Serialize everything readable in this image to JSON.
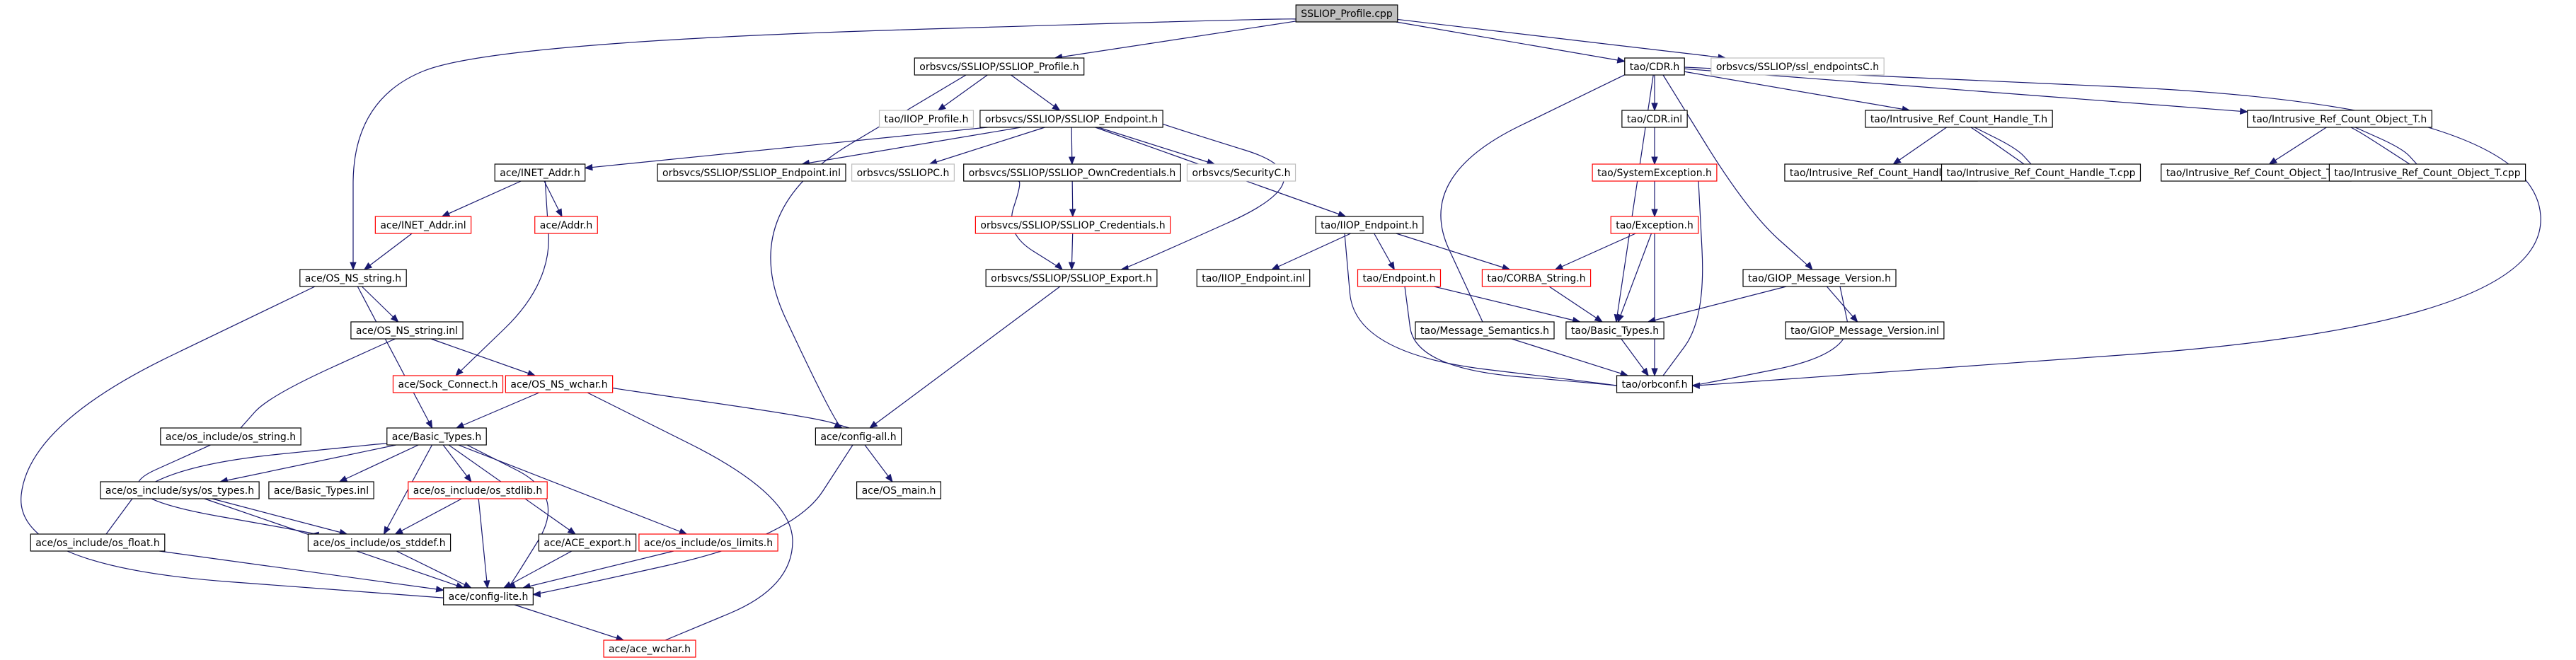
{
  "graph": {
    "colors": {
      "root_fill": "#bfbfbf",
      "normal_border": "#000000",
      "red_border": "#ff0000",
      "gray_border": "#bfbfbf",
      "edge": "#191970",
      "background": "#ffffff"
    },
    "nodes": [
      {
        "id": "root",
        "label": "SSLIOP_Profile.cpp",
        "style": "root"
      },
      {
        "id": "ssliop_profile_h",
        "label": "orbsvcs/SSLIOP/SSLIOP_Profile.h",
        "style": "normal"
      },
      {
        "id": "cdr_h",
        "label": "tao/CDR.h",
        "style": "normal"
      },
      {
        "id": "ssl_endpointsc_h",
        "label": "orbsvcs/SSLIOP/ssl_endpointsC.h",
        "style": "gray"
      },
      {
        "id": "iiop_profile_h",
        "label": "tao/IIOP_Profile.h",
        "style": "gray"
      },
      {
        "id": "ssliop_endpoint_h",
        "label": "orbsvcs/SSLIOP/SSLIOP_Endpoint.h",
        "style": "normal"
      },
      {
        "id": "inet_addr_h",
        "label": "ace/INET_Addr.h",
        "style": "normal"
      },
      {
        "id": "ssliop_endpoint_inl",
        "label": "orbsvcs/SSLIOP/SSLIOP_Endpoint.inl",
        "style": "normal"
      },
      {
        "id": "ssliopc_h",
        "label": "orbsvcs/SSLIOPC.h",
        "style": "gray"
      },
      {
        "id": "owncredentials_h",
        "label": "orbsvcs/SSLIOP/SSLIOP_OwnCredentials.h",
        "style": "normal"
      },
      {
        "id": "securityc_h",
        "label": "orbsvcs/SecurityC.h",
        "style": "gray"
      },
      {
        "id": "iiop_endpoint_h",
        "label": "tao/IIOP_Endpoint.h",
        "style": "normal"
      },
      {
        "id": "inet_addr_inl",
        "label": "ace/INET_Addr.inl",
        "style": "red"
      },
      {
        "id": "addr_h",
        "label": "ace/Addr.h",
        "style": "red"
      },
      {
        "id": "credentials_h",
        "label": "orbsvcs/SSLIOP/SSLIOP_Credentials.h",
        "style": "red"
      },
      {
        "id": "os_ns_string_h",
        "label": "ace/OS_NS_string.h",
        "style": "normal"
      },
      {
        "id": "ssliop_export_h",
        "label": "orbsvcs/SSLIOP/SSLIOP_Export.h",
        "style": "normal"
      },
      {
        "id": "iiop_endpoint_inl",
        "label": "tao/IIOP_Endpoint.inl",
        "style": "normal"
      },
      {
        "id": "endpoint_h",
        "label": "tao/Endpoint.h",
        "style": "red"
      },
      {
        "id": "corba_string_h",
        "label": "tao/CORBA_String.h",
        "style": "red"
      },
      {
        "id": "cdr_inl",
        "label": "tao/CDR.inl",
        "style": "normal"
      },
      {
        "id": "systemexception_h",
        "label": "tao/SystemException.h",
        "style": "red"
      },
      {
        "id": "exception_h",
        "label": "tao/Exception.h",
        "style": "red"
      },
      {
        "id": "irc_handle_h",
        "label": "tao/Intrusive_Ref_Count_Handle_T.h",
        "style": "normal"
      },
      {
        "id": "irc_handle_inl",
        "label": "tao/Intrusive_Ref_Count_Handle_T.inl",
        "style": "normal"
      },
      {
        "id": "irc_handle_cpp",
        "label": "tao/Intrusive_Ref_Count_Handle_T.cpp",
        "style": "normal"
      },
      {
        "id": "irc_object_h",
        "label": "tao/Intrusive_Ref_Count_Object_T.h",
        "style": "normal"
      },
      {
        "id": "irc_object_inl",
        "label": "tao/Intrusive_Ref_Count_Object_T.inl",
        "style": "normal"
      },
      {
        "id": "irc_object_cpp",
        "label": "tao/Intrusive_Ref_Count_Object_T.cpp",
        "style": "normal"
      },
      {
        "id": "giop_version_h",
        "label": "tao/GIOP_Message_Version.h",
        "style": "normal"
      },
      {
        "id": "giop_version_inl",
        "label": "tao/GIOP_Message_Version.inl",
        "style": "normal"
      },
      {
        "id": "message_semantics_h",
        "label": "tao/Message_Semantics.h",
        "style": "normal"
      },
      {
        "id": "basic_types_h_tao",
        "label": "tao/Basic_Types.h",
        "style": "normal"
      },
      {
        "id": "orbconf_h",
        "label": "tao/orbconf.h",
        "style": "normal"
      },
      {
        "id": "os_ns_string_inl",
        "label": "ace/OS_NS_string.inl",
        "style": "normal"
      },
      {
        "id": "sock_connect_h",
        "label": "ace/Sock_Connect.h",
        "style": "red"
      },
      {
        "id": "os_ns_wchar_h",
        "label": "ace/OS_NS_wchar.h",
        "style": "red"
      },
      {
        "id": "os_string_h",
        "label": "ace/os_include/os_string.h",
        "style": "normal"
      },
      {
        "id": "basic_types_h_ace",
        "label": "ace/Basic_Types.h",
        "style": "normal"
      },
      {
        "id": "config_all_h",
        "label": "ace/config-all.h",
        "style": "normal"
      },
      {
        "id": "os_main_h",
        "label": "ace/OS_main.h",
        "style": "normal"
      },
      {
        "id": "sys_types_h",
        "label": "ace/os_include/sys/os_types.h",
        "style": "normal"
      },
      {
        "id": "basic_types_inl",
        "label": "ace/Basic_Types.inl",
        "style": "normal"
      },
      {
        "id": "os_stdlib_h",
        "label": "ace/os_include/os_stdlib.h",
        "style": "red"
      },
      {
        "id": "os_float_h",
        "label": "ace/os_include/os_float.h",
        "style": "normal"
      },
      {
        "id": "os_stddef_h",
        "label": "ace/os_include/os_stddef.h",
        "style": "normal"
      },
      {
        "id": "ace_export_h",
        "label": "ace/ACE_export.h",
        "style": "normal"
      },
      {
        "id": "os_limits_h",
        "label": "ace/os_include/os_limits.h",
        "style": "red"
      },
      {
        "id": "config_lite_h",
        "label": "ace/config-lite.h",
        "style": "normal"
      },
      {
        "id": "ace_wchar_h",
        "label": "ace/ace_wchar.h",
        "style": "red"
      }
    ],
    "edges": [
      [
        "root",
        "ssliop_profile_h"
      ],
      [
        "root",
        "cdr_h"
      ],
      [
        "root",
        "ssl_endpointsc_h"
      ],
      [
        "root",
        "os_ns_string_h"
      ],
      [
        "ssliop_profile_h",
        "iiop_profile_h"
      ],
      [
        "ssliop_profile_h",
        "ssliop_endpoint_h"
      ],
      [
        "ssliop_profile_h",
        "config_all_h"
      ],
      [
        "ssliop_endpoint_h",
        "inet_addr_h"
      ],
      [
        "ssliop_endpoint_h",
        "ssliop_endpoint_inl"
      ],
      [
        "ssliop_endpoint_h",
        "ssliopc_h"
      ],
      [
        "ssliop_endpoint_h",
        "owncredentials_h"
      ],
      [
        "ssliop_endpoint_h",
        "securityc_h"
      ],
      [
        "ssliop_endpoint_h",
        "iiop_endpoint_h"
      ],
      [
        "ssliop_endpoint_h",
        "ssliop_export_h"
      ],
      [
        "inet_addr_h",
        "inet_addr_inl"
      ],
      [
        "inet_addr_h",
        "addr_h"
      ],
      [
        "inet_addr_h",
        "sock_connect_h"
      ],
      [
        "inet_addr_inl",
        "os_ns_string_h"
      ],
      [
        "owncredentials_h",
        "credentials_h"
      ],
      [
        "owncredentials_h",
        "ssliop_export_h"
      ],
      [
        "credentials_h",
        "ssliop_export_h"
      ],
      [
        "ssliop_export_h",
        "config_all_h"
      ],
      [
        "iiop_endpoint_h",
        "iiop_endpoint_inl"
      ],
      [
        "iiop_endpoint_h",
        "endpoint_h"
      ],
      [
        "iiop_endpoint_h",
        "corba_string_h"
      ],
      [
        "iiop_endpoint_h",
        "orbconf_h"
      ],
      [
        "endpoint_h",
        "basic_types_h_tao"
      ],
      [
        "endpoint_h",
        "orbconf_h"
      ],
      [
        "corba_string_h",
        "basic_types_h_tao"
      ],
      [
        "cdr_h",
        "cdr_inl"
      ],
      [
        "cdr_h",
        "irc_handle_h"
      ],
      [
        "cdr_h",
        "irc_object_h"
      ],
      [
        "cdr_h",
        "giop_version_h"
      ],
      [
        "cdr_h",
        "message_semantics_h"
      ],
      [
        "cdr_h",
        "basic_types_h_tao"
      ],
      [
        "cdr_h",
        "orbconf_h"
      ],
      [
        "cdr_inl",
        "systemexception_h"
      ],
      [
        "systemexception_h",
        "exception_h"
      ],
      [
        "systemexception_h",
        "orbconf_h"
      ],
      [
        "exception_h",
        "corba_string_h"
      ],
      [
        "exception_h",
        "basic_types_h_tao"
      ],
      [
        "exception_h",
        "orbconf_h"
      ],
      [
        "irc_handle_h",
        "irc_handle_inl"
      ],
      [
        "irc_handle_h",
        "irc_handle_cpp"
      ],
      [
        "irc_handle_cpp",
        "irc_handle_h"
      ],
      [
        "irc_object_h",
        "irc_object_inl"
      ],
      [
        "irc_object_h",
        "irc_object_cpp"
      ],
      [
        "irc_object_cpp",
        "irc_object_h"
      ],
      [
        "giop_version_h",
        "giop_version_inl"
      ],
      [
        "giop_version_h",
        "basic_types_h_tao"
      ],
      [
        "giop_version_h",
        "orbconf_h"
      ],
      [
        "message_semantics_h",
        "orbconf_h"
      ],
      [
        "basic_types_h_tao",
        "orbconf_h"
      ],
      [
        "os_ns_string_h",
        "os_ns_string_inl"
      ],
      [
        "os_ns_string_h",
        "basic_types_h_ace"
      ],
      [
        "os_ns_string_h",
        "config_lite_h"
      ],
      [
        "os_ns_string_inl",
        "os_ns_wchar_h"
      ],
      [
        "os_ns_string_inl",
        "os_string_h"
      ],
      [
        "os_ns_wchar_h",
        "basic_types_h_ace"
      ],
      [
        "os_ns_wchar_h",
        "config_all_h"
      ],
      [
        "os_ns_wchar_h",
        "ace_wchar_h"
      ],
      [
        "os_string_h",
        "os_stddef_h"
      ],
      [
        "basic_types_h_ace",
        "sys_types_h"
      ],
      [
        "basic_types_h_ace",
        "basic_types_inl"
      ],
      [
        "basic_types_h_ace",
        "os_stdlib_h"
      ],
      [
        "basic_types_h_ace",
        "os_float_h"
      ],
      [
        "basic_types_h_ace",
        "os_stddef_h"
      ],
      [
        "basic_types_h_ace",
        "ace_export_h"
      ],
      [
        "basic_types_h_ace",
        "os_limits_h"
      ],
      [
        "basic_types_h_ace",
        "config_lite_h"
      ],
      [
        "config_all_h",
        "os_main_h"
      ],
      [
        "config_all_h",
        "config_lite_h"
      ],
      [
        "sys_types_h",
        "os_stddef_h"
      ],
      [
        "sys_types_h",
        "config_lite_h"
      ],
      [
        "os_stdlib_h",
        "os_stddef_h"
      ],
      [
        "os_stdlib_h",
        "config_lite_h"
      ],
      [
        "os_float_h",
        "config_lite_h"
      ],
      [
        "os_stddef_h",
        "config_lite_h"
      ],
      [
        "ace_export_h",
        "config_lite_h"
      ],
      [
        "os_limits_h",
        "config_lite_h"
      ],
      [
        "config_lite_h",
        "ace_wchar_h"
      ]
    ]
  }
}
